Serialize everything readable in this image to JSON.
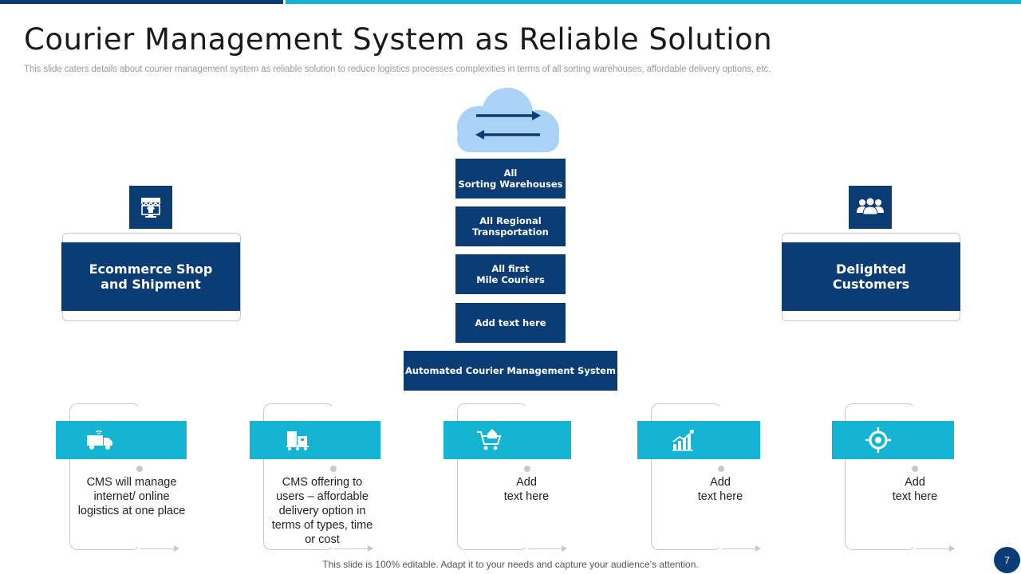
{
  "slide": {
    "title": "Courier Management System as Reliable Solution",
    "subtitle": "This slide caters details about courier management system as reliable solution to reduce logistics processes complexities in terms of all sorting warehouses, affordable delivery options, etc.",
    "footer": "This slide is 100% editable. Adapt it to your needs and capture your audience’s attention.",
    "page_number": "7"
  },
  "center": {
    "cloud_icon": "cloud-exchange-icon",
    "stack": [
      "All\nSorting Warehouses",
      "All Regional\nTransportation",
      "All first\nMile Couriers",
      "Add text here"
    ],
    "system_label": "Automated Courier Management System"
  },
  "left_card": {
    "icon": "online-shop-icon",
    "label": "Ecommerce Shop\nand Shipment"
  },
  "right_card": {
    "icon": "customers-group-icon",
    "label": "Delighted\nCustomers"
  },
  "bottom_items": [
    {
      "icon": "delivery-truck-icon",
      "text": "CMS will manage\ninternet/ online\nlogistics at one place"
    },
    {
      "icon": "parcel-delivery-icon",
      "text": "CMS offering to\nusers – affordable\ndelivery option in\nterms of types, time\nor cost"
    },
    {
      "icon": "shopping-cart-icon",
      "text": "Add\ntext here"
    },
    {
      "icon": "growth-chart-icon",
      "text": "Add\ntext here"
    },
    {
      "icon": "target-icon",
      "text": "Add\ntext here"
    }
  ],
  "colors": {
    "navy": "#0b3c73",
    "cyan": "#14b4d2",
    "cloud": "#a9d2f6"
  }
}
